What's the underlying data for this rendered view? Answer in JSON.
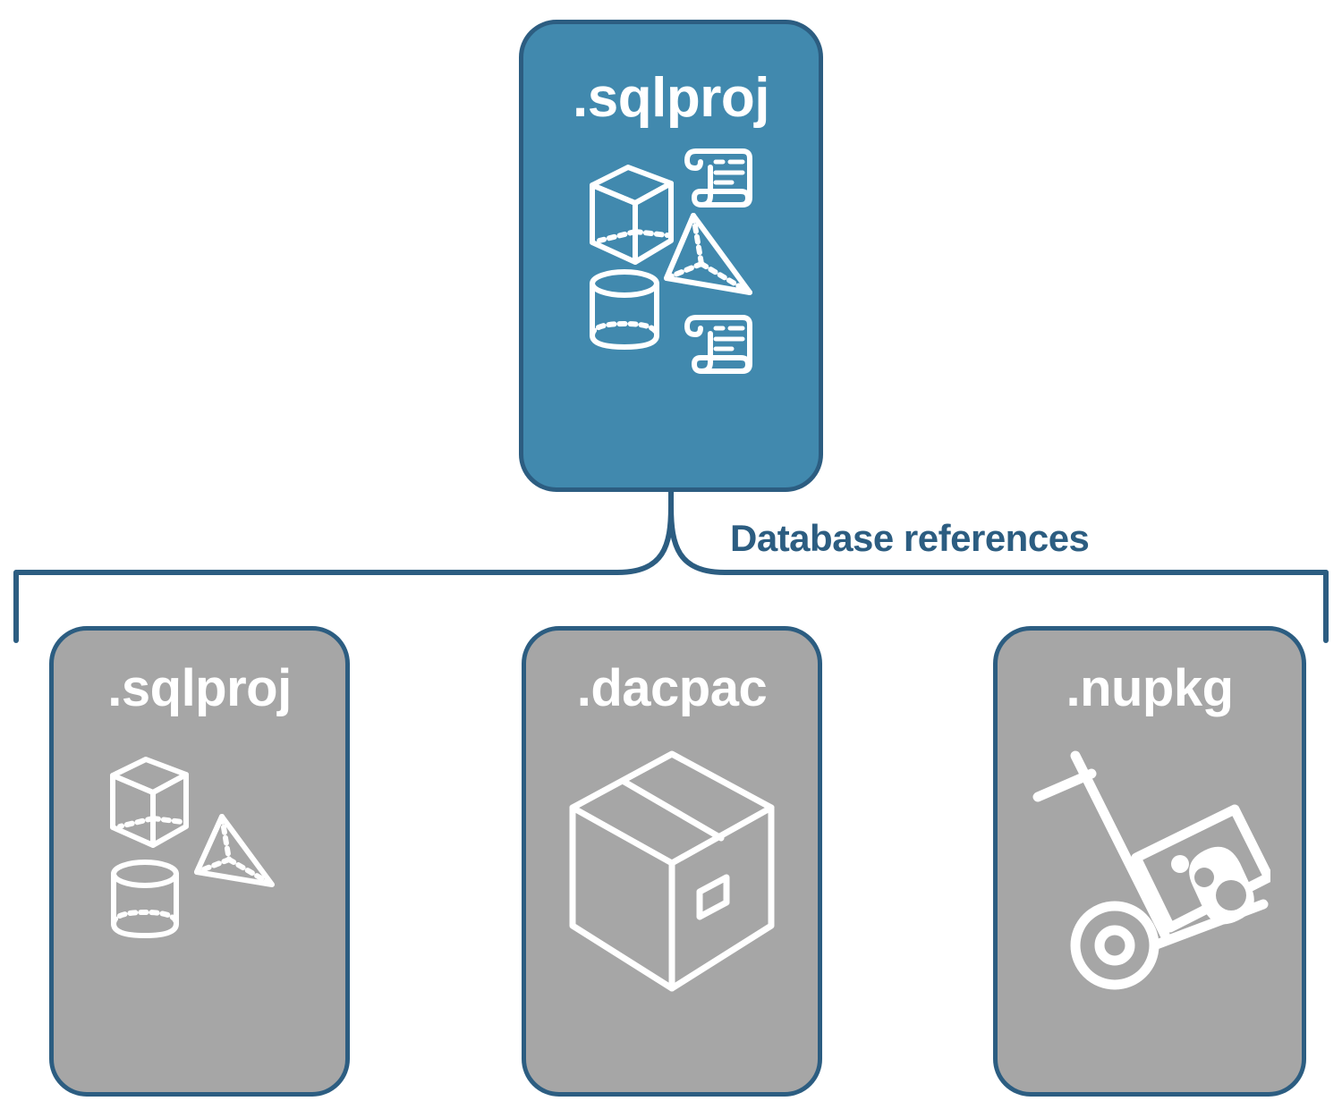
{
  "diagram": {
    "type": "hierarchy",
    "title": "",
    "colors": {
      "parent_fill": "#4189ae",
      "child_fill": "#a6a6a6",
      "border": "#2c5d81",
      "label_text": "#2c5d81",
      "node_text": "#ffffff",
      "background": "#ffffff"
    },
    "parent": {
      "label": ".sqlproj",
      "icons": [
        "cube-wireframe-icon",
        "pyramid-wireframe-icon",
        "cylinder-wireframe-icon",
        "scroll-icon",
        "scroll-icon"
      ]
    },
    "connector": {
      "kind": "curly-brace",
      "label": "Database references",
      "branch_count": 3
    },
    "children": [
      {
        "label": ".sqlproj",
        "icons": [
          "cube-wireframe-icon",
          "pyramid-wireframe-icon",
          "cylinder-wireframe-icon"
        ]
      },
      {
        "label": ".dacpac",
        "icons": [
          "package-box-icon"
        ]
      },
      {
        "label": ".nupkg",
        "icons": [
          "hand-truck-nuget-icon"
        ]
      }
    ]
  }
}
